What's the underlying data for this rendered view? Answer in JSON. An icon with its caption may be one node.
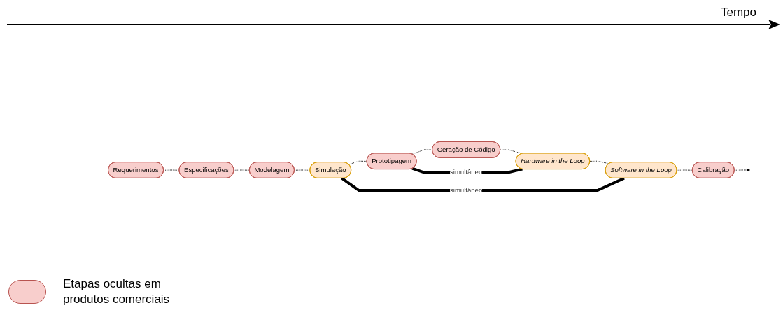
{
  "diagram": {
    "nodes": [
      {
        "text": [
          "Requerimentos"
        ]
      },
      {
        "text": [
          "Especificações"
        ]
      },
      {
        "text": [
          "Modelagem"
        ]
      },
      {
        "text": [
          "Calibração"
        ]
      },
      {
        "text": [
          "Simulação"
        ]
      },
      {
        "text": [
          "Software in the Loop"
        ]
      },
      {
        "text": [
          "Prototipagem"
        ]
      },
      {
        "text": [
          "Hardware in the Loop"
        ]
      },
      {
        "text": [
          "Geração de Código"
        ]
      }
    ],
    "edges": [
      {
        "from": 0,
        "to": 1,
        "arrow": "none",
        "style": "dashed"
      },
      {
        "from": 1,
        "to": 2,
        "arrow": "none",
        "style": "dashed"
      },
      {
        "from": 2,
        "to": 4,
        "arrow": "none",
        "style": "dashed"
      },
      {
        "from": 4,
        "to": 6,
        "arrow": "none",
        "style": "dashed"
      },
      {
        "from": 6,
        "to": 8,
        "arrow": "none",
        "style": "dashed"
      },
      {
        "from": 8,
        "to": 7,
        "arrow": "none",
        "style": "dashed"
      },
      {
        "from": 7,
        "to": 5,
        "arrow": "none",
        "style": "dashed"
      },
      {
        "from": 5,
        "to": 3,
        "arrow": "none",
        "style": "dashed"
      },
      {
        "from": 3,
        "to": null,
        "arrow": "to",
        "style": "dashed"
      },
      {
        "from": 4,
        "to": 5,
        "label": "simultâneo",
        "arrow": "none",
        "style": "thick"
      },
      {
        "from": 6,
        "to": 7,
        "label": "simultâneo",
        "arrow": "none",
        "style": "thick"
      }
    ],
    "labels": [
      "Tempo"
    ],
    "legend": [
      {
        "text": "Etapas ocultas em produtos comerciais",
        "color": "#f8cecc"
      }
    ]
  }
}
